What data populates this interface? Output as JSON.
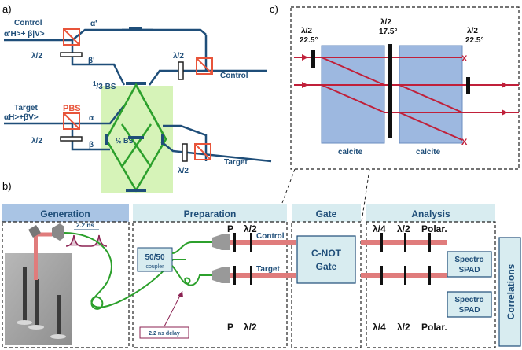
{
  "panel_labels": {
    "a": "a)",
    "b": "b)",
    "c": "c)"
  },
  "panel_a": {
    "control_label": "Control",
    "control_state": "α'H>+ β|V>",
    "alpha_prime": "α'",
    "beta_prime": "β'",
    "halfwave_left": "λ/2",
    "halfwave_control": "λ/2",
    "control_out": "Control",
    "bs_third_num": "1",
    "bs_third_den": "/3",
    "bs_third_suffix": " BS",
    "half_bs": "½ BS",
    "target_label": "Target",
    "target_state": "αH>+βV>",
    "pbs": "PBS",
    "alpha": "α",
    "beta": "β",
    "halfwave_target_left": "λ/2",
    "halfwave_target": "λ/2",
    "target_out": "Target"
  },
  "panel_c": {
    "wp1_label": "λ/2",
    "wp1_angle": "22.5°",
    "wp2_label": "λ/2",
    "wp2_angle": "17.5°",
    "wp3_label": "λ/2",
    "wp3_angle": "22.5°",
    "calcite1": "calcite",
    "calcite2": "calcite",
    "x_mark": "X"
  },
  "panel_b": {
    "sections": {
      "generation": "Generation",
      "preparation": "Preparation",
      "gate": "Gate",
      "analysis": "Analysis"
    },
    "delay_time": "2.2 ns",
    "coupler": "50/50",
    "coupler_sub": "coupler",
    "delay_label": "2.2 ns delay",
    "p": "P",
    "halfwave": "λ/2",
    "control": "Control",
    "target": "Target",
    "gate_line1": "C-NOT",
    "gate_line2": "Gate",
    "quarterwave": "λ/4",
    "polar": "Polar.",
    "spad_line1": "Spectro",
    "spad_line2": "SPAD",
    "correlations": "Correlations"
  },
  "colors": {
    "blue_line": "#1f4e79",
    "green": "#2ca02c",
    "red": "#c0203a",
    "beam_pink": "#e07c7c",
    "section_blue": "#a9c4e4",
    "section_light": "#d8ecf0",
    "calcite": "#9db8e0",
    "green_box": "#d6f3b8"
  }
}
